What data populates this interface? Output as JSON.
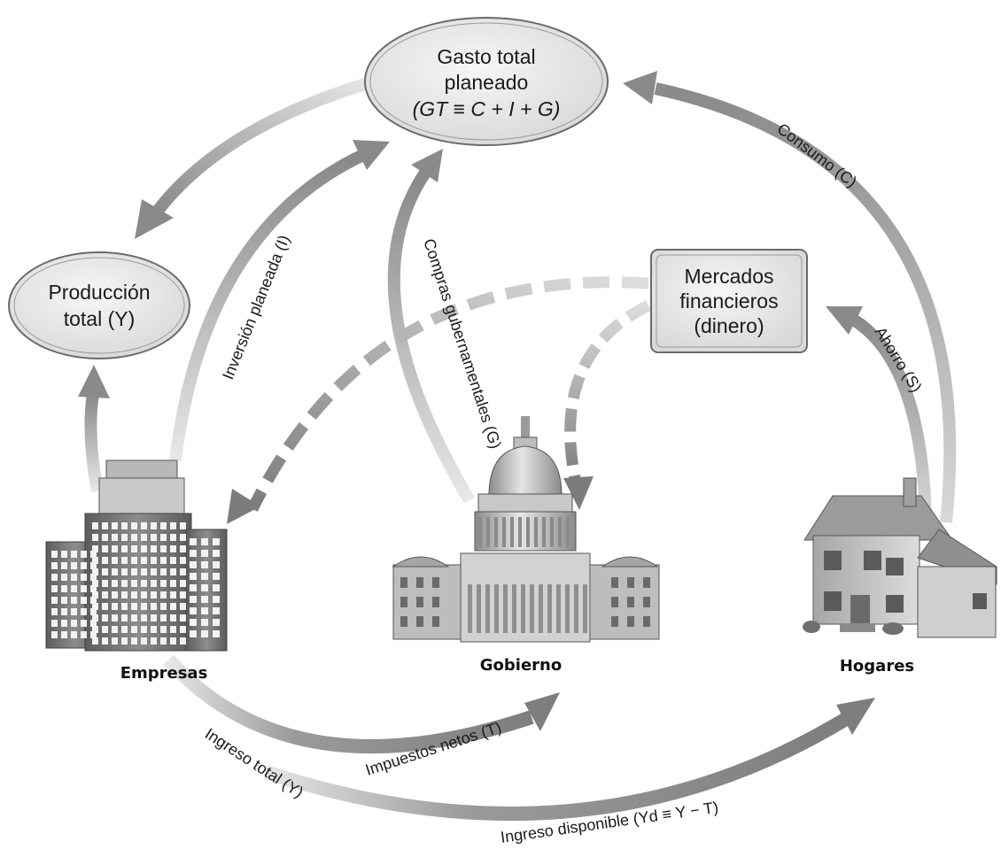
{
  "nodes": {
    "gasto": {
      "line1": "Gasto total",
      "line2": "planeado",
      "line3": "(GT ≡ C + I + G)"
    },
    "produccion": {
      "line1": "Producción",
      "line2": "total (Y)"
    },
    "mercados": {
      "line1": "Mercados",
      "line2": "financieros",
      "line3": "(dinero)"
    }
  },
  "actors": {
    "empresas": "Empresas",
    "gobierno": "Gobierno",
    "hogares": "Hogares"
  },
  "flows": {
    "inversion": "Inversión planeada (I)",
    "compras": "Compras gubernamentales (G)",
    "consumo": "Consumo (C)",
    "ahorro": "Ahorro (S)",
    "impuestos": "Impuestos netos (T)",
    "ingreso_total": "Ingreso total (Y)",
    "ingreso_disponible": "Ingreso disponible (Yd ≡ Y − T)"
  },
  "colors": {
    "arrow": "#8f8f8f",
    "arrow_light": "#d6d6d6",
    "dashed": "#8a8a8a",
    "node_fill": "#ededed",
    "node_stroke": "#6a6a6a",
    "building": "#7a7a7a"
  }
}
